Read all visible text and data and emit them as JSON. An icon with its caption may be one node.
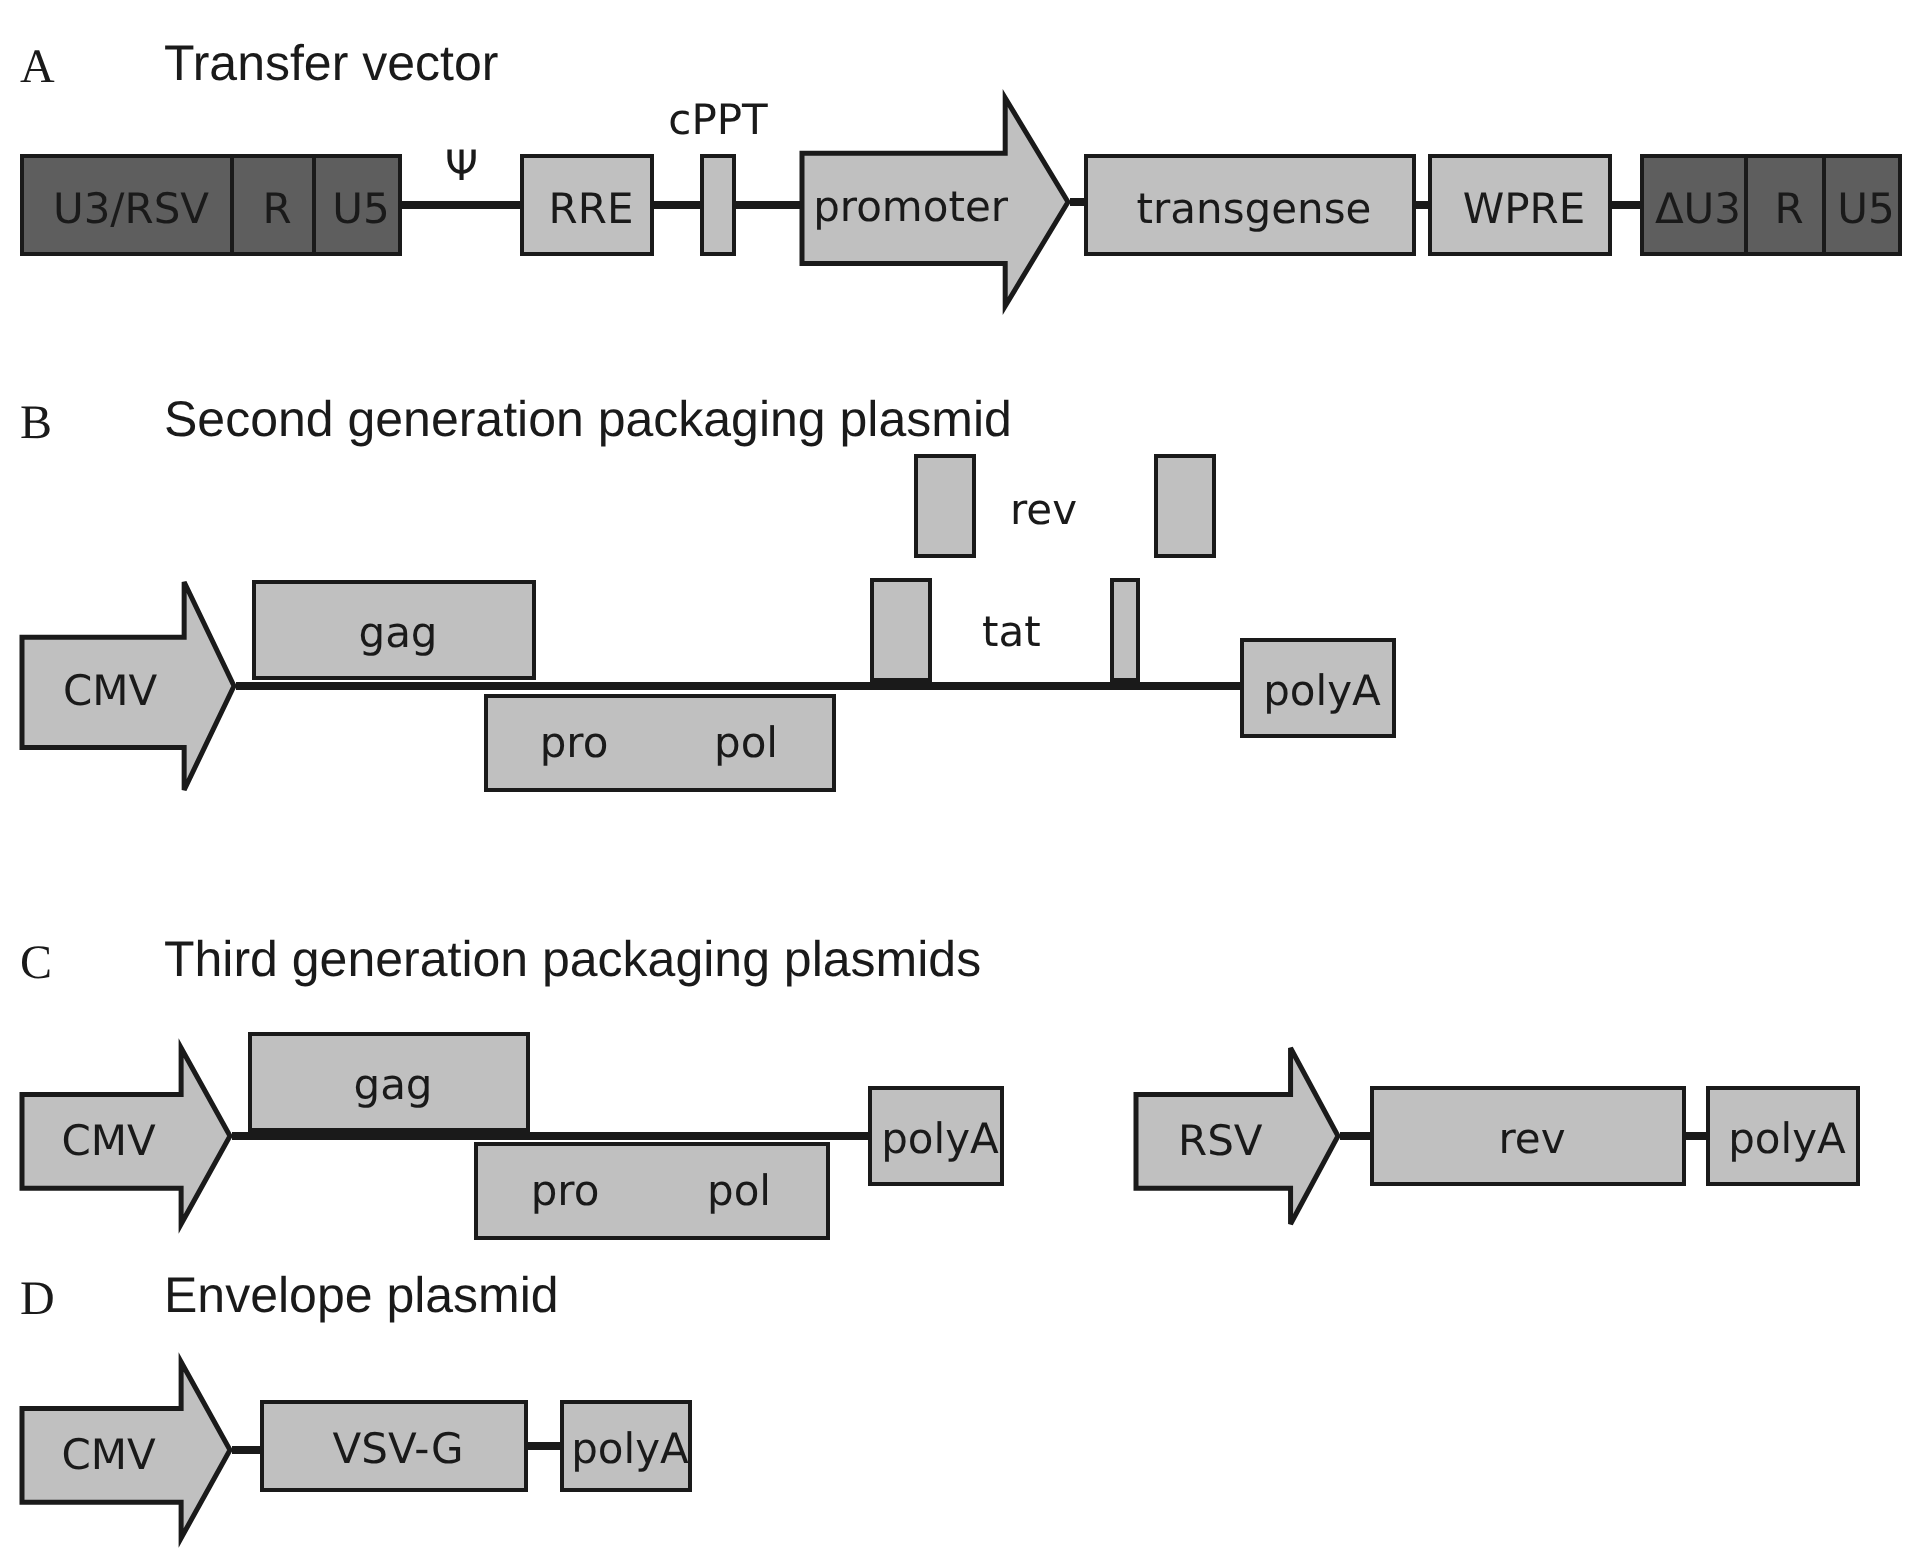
{
  "diagram": {
    "nodes": [
      {
        "text": [
          "U3/RSV"
        ]
      },
      {
        "text": [
          "R"
        ]
      },
      {
        "text": [
          "U5"
        ]
      },
      {
        "text": [
          "RRE"
        ]
      },
      {
        "text": [
          "cPPT"
        ]
      },
      {
        "text": [
          "promoter"
        ]
      },
      {
        "text": [
          "transgense"
        ]
      },
      {
        "text": [
          "WPRE"
        ]
      },
      {
        "text": [
          "ΔU3"
        ]
      },
      {
        "text": [
          "R"
        ]
      },
      {
        "text": [
          "U5"
        ]
      },
      {
        "text": [
          "CMV"
        ]
      },
      {
        "text": [
          "gag"
        ]
      },
      {
        "text": [
          "pro",
          "pol"
        ]
      },
      {
        "text": [],
        "shape": "box"
      },
      {
        "text": [],
        "shape": "box"
      },
      {
        "text": [],
        "shape": "box"
      },
      {
        "text": [],
        "shape": "box"
      },
      {
        "text": [
          "polyA"
        ]
      },
      {
        "text": [
          "CMV"
        ]
      },
      {
        "text": [
          "gag"
        ]
      },
      {
        "text": [
          "pro",
          "pol"
        ]
      },
      {
        "text": [
          "polyA"
        ]
      },
      {
        "text": [
          "RSV"
        ]
      },
      {
        "text": [
          "rev"
        ]
      },
      {
        "text": [
          "polyA"
        ]
      },
      {
        "text": [
          "CMV"
        ]
      },
      {
        "text": [
          "VSV-G"
        ]
      },
      {
        "text": [
          "polyA"
        ]
      }
    ],
    "edges": [
      {
        "from": 2,
        "to": 3,
        "arrow": "none",
        "label": "Ψ"
      },
      {
        "from": 3,
        "to": 4,
        "arrow": "none"
      },
      {
        "from": 4,
        "to": 5,
        "arrow": "none"
      },
      {
        "from": 5,
        "to": 6,
        "arrow": "none"
      },
      {
        "from": 6,
        "to": 7,
        "arrow": "none"
      },
      {
        "from": 7,
        "to": 8,
        "arrow": "none"
      },
      {
        "from": 11,
        "to": 18,
        "arrow": "none"
      },
      {
        "from": 19,
        "to": 22,
        "arrow": "none"
      },
      {
        "from": 23,
        "to": 24,
        "arrow": "none"
      },
      {
        "from": 24,
        "to": 25,
        "arrow": "none"
      },
      {
        "from": 26,
        "to": 27,
        "arrow": "none"
      },
      {
        "from": 27,
        "to": 28,
        "arrow": "none"
      }
    ],
    "labels": [
      "A",
      "Transfer vector",
      "B",
      "Second generation packaging plasmid",
      "rev",
      "tat",
      "C",
      "Third generation packaging plasmids",
      "D",
      "Envelope plasmid"
    ]
  }
}
